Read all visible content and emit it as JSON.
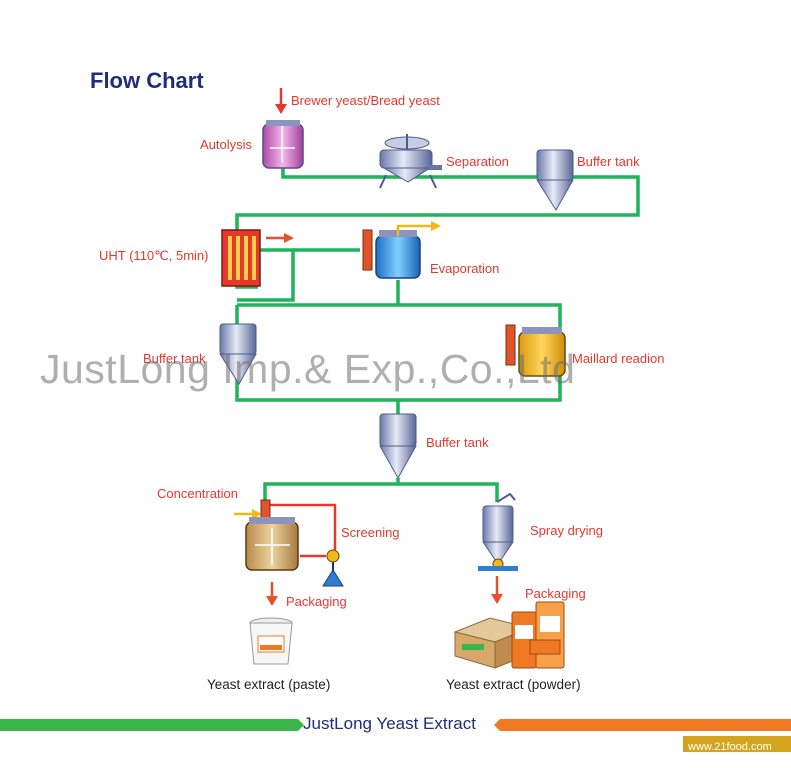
{
  "title": "Flow Chart",
  "input": "Brewer yeast/Bread yeast",
  "steps": {
    "autolysis": "Autolysis",
    "separation": "Separation",
    "buffer_tank_1": "Buffer tank",
    "uht": "UHT (110℃, 5min)",
    "evaporation": "Evaporation",
    "buffer_tank_2": "Buffer tank",
    "maillard": "Maillard readion",
    "buffer_tank_3": "Buffer tank",
    "concentration": "Concentration",
    "screening": "Screening",
    "spray_drying": "Spray drying",
    "packaging_paste": "Packaging",
    "packaging_powder": "Packaging"
  },
  "products": {
    "paste": "Yeast extract (paste)",
    "powder": "Yeast extract (powder)"
  },
  "watermark": "JustLong Imp.& Exp.,Co.,Ltd",
  "banner": "JustLong Yeast Extract",
  "site": "www.21food.com",
  "colors": {
    "pipe": "#1fb35a",
    "label": "#e8382c",
    "title": "#1f2d7a",
    "arrow": "#e8502c",
    "banner_green": "#3bb54a",
    "banner_orange": "#f07a23"
  }
}
